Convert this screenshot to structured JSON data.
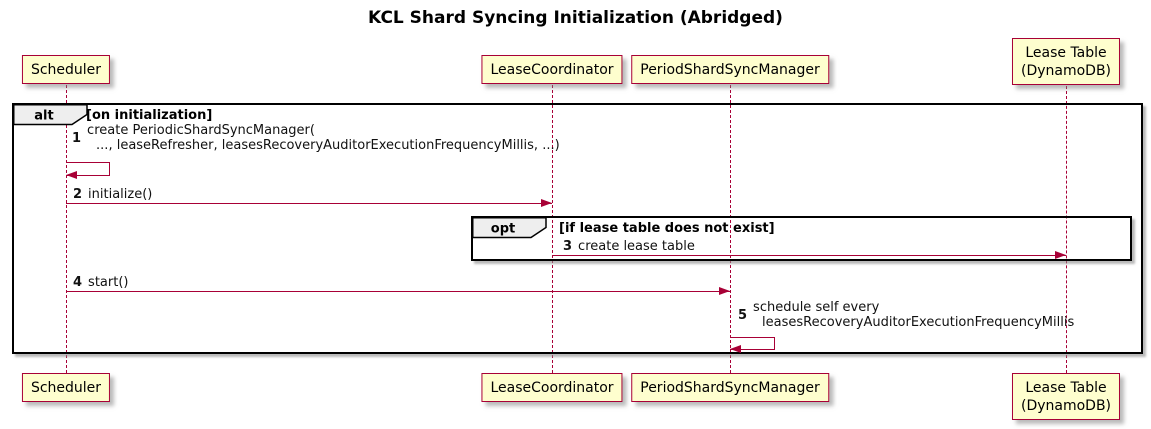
{
  "title": "KCL Shard Syncing Initialization (Abridged)",
  "participants": [
    {
      "label_lines": [
        "Scheduler"
      ]
    },
    {
      "label_lines": [
        "LeaseCoordinator"
      ]
    },
    {
      "label_lines": [
        "PeriodShardSyncManager"
      ]
    },
    {
      "label_lines": [
        "Lease Table",
        "(DynamoDB)"
      ]
    }
  ],
  "frames": {
    "alt": {
      "type": "alt",
      "condition": "[on initialization]"
    },
    "opt": {
      "type": "opt",
      "condition": "[if lease table does not exist]"
    }
  },
  "messages": {
    "m1": {
      "num": "1",
      "line1": "create PeriodicShardSyncManager(",
      "line2": "..., leaseRefresher, leasesRecoveryAuditorExecutionFrequencyMillis, ...)"
    },
    "m2": {
      "num": "2",
      "text": "initialize()"
    },
    "m3": {
      "num": "3",
      "text": "create lease table"
    },
    "m4": {
      "num": "4",
      "text": "start()"
    },
    "m5": {
      "num": "5",
      "line1": "schedule self every",
      "line2": "leasesRecoveryAuditorExecutionFrequencyMillis"
    }
  },
  "colors": {
    "participant_fill": "#FEFECE",
    "participant_border": "#A80036",
    "lifeline": "#A80036",
    "arrow": "#A80036",
    "frame_border": "#000000",
    "frame_tab_fill": "#EEEEEE",
    "background": "#FFFFFF",
    "text": "#000000"
  }
}
